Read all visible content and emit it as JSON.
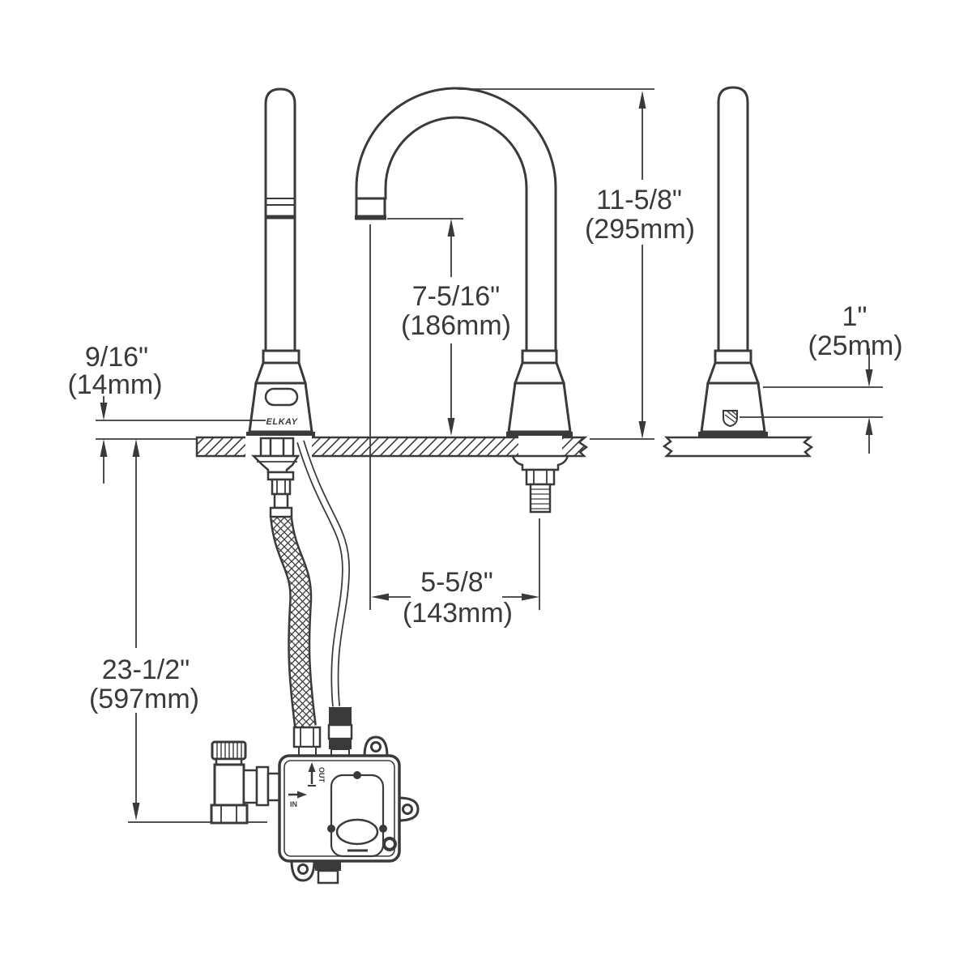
{
  "drawing": {
    "brand": "ELKAY",
    "labels": {
      "flow_out": "OUT",
      "flow_in": "IN"
    },
    "dimensions": {
      "spout_height": {
        "in": "11-5/8\"",
        "mm": "(295mm)"
      },
      "outlet_height": {
        "in": "7-5/16\"",
        "mm": "(186mm)"
      },
      "base_trim": {
        "in": "9/16\"",
        "mm": "(14mm)"
      },
      "sensor_offset": {
        "in": "1\"",
        "mm": "(25mm)"
      },
      "hole_spread": {
        "in": "5-5/8\"",
        "mm": "(143mm)"
      },
      "supply_drop": {
        "in": "23-1/2\"",
        "mm": "(597mm)"
      }
    },
    "colors": {
      "line": "#3a3a3a",
      "background": "#ffffff"
    }
  }
}
